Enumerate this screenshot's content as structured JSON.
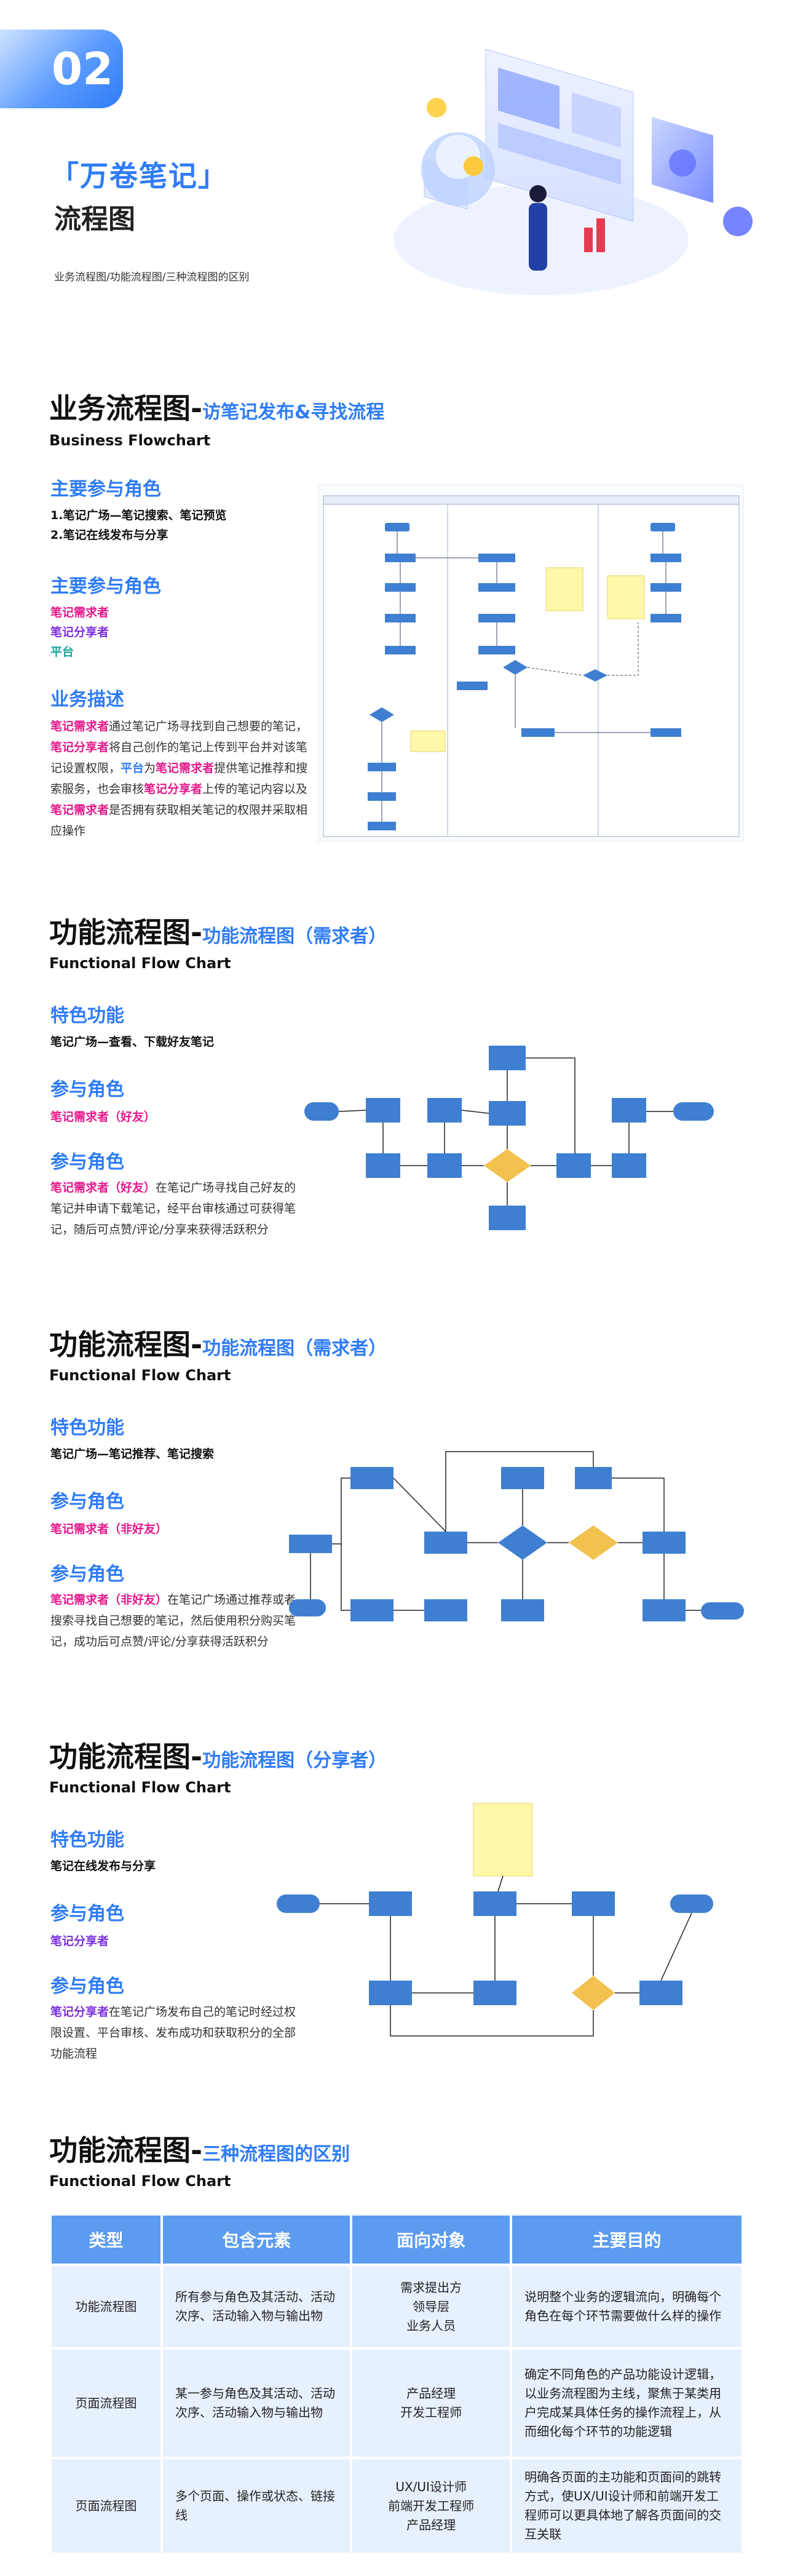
{
  "header": {
    "badge": "02",
    "brand": "「万卷笔记」",
    "title": "流程图",
    "subtitle": "业务流程图/功能流程图/三种流程图的区别"
  },
  "sections": {
    "business": {
      "title": "业务流程图-",
      "title_hl": "访笔记发布&寻找流程",
      "en": "Business Flowchart",
      "h1": "主要参与角色",
      "items": [
        "1.笔记广场—笔记搜索、笔记预览",
        "2.笔记在线发布与分享"
      ],
      "h2": "主要参与角色",
      "roles": [
        "笔记需求者",
        "笔记分享者",
        "平台"
      ],
      "h3": "业务描述",
      "desc": [
        {
          "t": "笔记需求者",
          "c": "pink"
        },
        {
          "t": "通过笔记广场寻找到自己想要的笔记，",
          "c": ""
        },
        {
          "t": "笔记分享者",
          "c": "pink"
        },
        {
          "t": "将自己创作的笔记上传到平台并对该笔记设置权限，",
          "c": ""
        },
        {
          "t": "平台",
          "c": "blue"
        },
        {
          "t": "为",
          "c": ""
        },
        {
          "t": "笔记需求者",
          "c": "pink"
        },
        {
          "t": "提供笔记推荐和搜索服务，也会审核",
          "c": ""
        },
        {
          "t": "笔记分享者",
          "c": "pink"
        },
        {
          "t": "上传的笔记内容以及",
          "c": ""
        },
        {
          "t": "笔记需求者",
          "c": "pink"
        },
        {
          "t": "是否拥有获取相关笔记的权限并采取相应操作",
          "c": ""
        }
      ]
    },
    "func1": {
      "title": "功能流程图-",
      "title_hl": "功能流程图（需求者）",
      "en": "Functional Flow Chart",
      "h1": "特色功能",
      "feature": "笔记广场—查看、下载好友笔记",
      "h2": "参与角色",
      "role": "笔记需求者（好友）",
      "h3": "参与角色",
      "desc_role": "笔记需求者（好友）",
      "desc": "在笔记广场寻找自己好友的笔记并申请下载笔记，经平台审核通过可获得笔记，随后可点赞/评论/分享来获得活跃积分"
    },
    "func2": {
      "title": "功能流程图-",
      "title_hl": "功能流程图（需求者）",
      "en": "Functional Flow Chart",
      "h1": "特色功能",
      "feature": "笔记广场—笔记推荐、笔记搜索",
      "h2": "参与角色",
      "role": "笔记需求者（非好友）",
      "h3": "参与角色",
      "desc_role": "笔记需求者（非好友）",
      "desc": "在笔记广场通过推荐或者搜索寻找自己想要的笔记，然后使用积分购买笔记，成功后可点赞/评论/分享获得活跃积分"
    },
    "func3": {
      "title": "功能流程图-",
      "title_hl": "功能流程图（分享者）",
      "en": "Functional Flow Chart",
      "h1": "特色功能",
      "feature": "笔记在线发布与分享",
      "h2": "参与角色",
      "role": "笔记分享者",
      "h3": "参与角色",
      "desc_role": "笔记分享者",
      "desc": "在笔记广场发布自己的笔记时经过权限设置、平台审核、发布成功和获取积分的全部功能流程"
    },
    "compare": {
      "title": "功能流程图-",
      "title_hl": "三种流程图的区别",
      "en": "Functional Flow Chart",
      "headers": [
        "类型",
        "包含元素",
        "面向对象",
        "主要目的"
      ],
      "rows": [
        {
          "type": "功能流程图",
          "elements": "所有参与角色及其活动、活动次序、活动输入物与输出物",
          "audience": [
            "需求提出方",
            "领导层",
            "业务人员"
          ],
          "purpose": "说明整个业务的逻辑流向，明确每个角色在每个环节需要做什么样的操作"
        },
        {
          "type": "页面流程图",
          "elements": "某一参与角色及其活动、活动次序、活动输入物与输出物",
          "audience": [
            "产品经理",
            "开发工程师"
          ],
          "purpose": "确定不同角色的产品功能设计逻辑，以业务流程图为主线，聚焦于某类用户完成某具体任务的操作流程上，从而细化每个环节的功能逻辑"
        },
        {
          "type": "页面流程图",
          "elements": "多个页面、操作或状态、链接线",
          "audience": [
            "UX/UI设计师",
            "前端开发工程师",
            "产品经理"
          ],
          "purpose": "明确各页面的主功能和页面间的跳转方式，使UX/UI设计师和前端开发工程师可以更具体地了解各页面间的交互关联"
        }
      ]
    }
  },
  "colors": {
    "accent": "#2f7cf6",
    "pink": "#e7178a",
    "teal": "#16a398",
    "purple": "#7a2fe0",
    "node": "#3f7fd1",
    "decision": "#f2c14e",
    "note": "#fff8a8"
  }
}
